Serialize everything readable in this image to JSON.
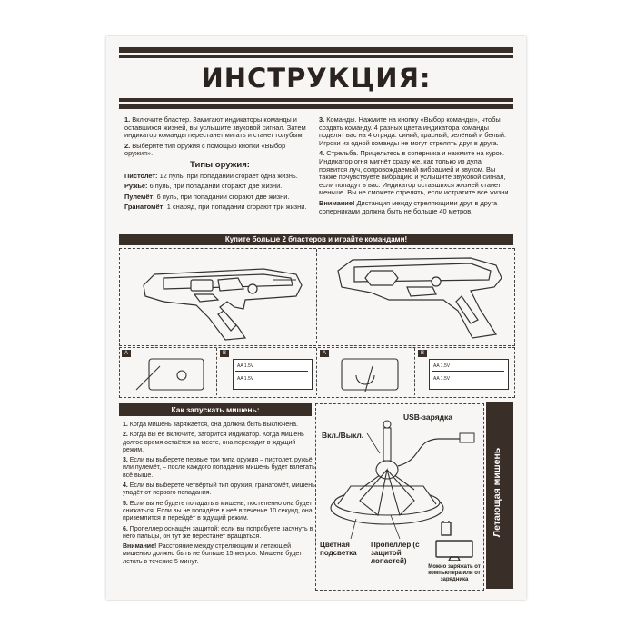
{
  "title": "ИНСТРУКЦИЯ:",
  "left_col": {
    "p1_num": "1.",
    "p1": "Включите бластер. Замигают индикаторы команды и оставшихся жизней, вы услышите звуковой сигнал. Затем индикатор команды перестанет мигать и станет голубым.",
    "p2_num": "2.",
    "p2": "Выберите тип оружия с помощью кнопки «Выбор оружия».",
    "types_heading": "Типы оружия:",
    "w1_name": "Пистолет:",
    "w1_text": "12 пуль, при попадании сгорает одна жизнь.",
    "w2_name": "Ружьё:",
    "w2_text": "6 пуль, при попадании сгорают две жизни.",
    "w3_name": "Пулемёт:",
    "w3_text": "6 пуль, при попадании сгорают две жизни.",
    "w4_name": "Гранатомёт:",
    "w4_text": "1 снаряд, при попадании сгорают три жизни."
  },
  "right_col": {
    "p3_num": "3.",
    "p3": "Команды. Нажмите на кнопку «Выбор команды», чтобы создать команду. 4 разных цвета индикатора команды поделят вас на 4 отряда: синий, красный, зелёный и белый. Игроки из одной команды не могут стрелять друг в друга.",
    "p4_num": "4.",
    "p4": "Стрельба. Прицельтесь в соперника и нажмите на курок. Индикатор огня мигнёт сразу же, как только из дула появится луч, сопровождаемый вибрацией и звуком. Вы также почувствуете вибрацию и услышите звуковой сигнал, если попадут в вас. Индикатор оставшихся жизней станет меньше. Вы не сможете стрелять, если истратите все жизни.",
    "warn_label": "Внимание!",
    "warn_text": "Дистанция между стреляющими друг в друга соперниками должна быть не больше 40 метров."
  },
  "middle_bar": "Купите больше 2 бластеров и играйте командами!",
  "steps": {
    "a": "A",
    "b": "B",
    "battery_text": "AA 1.5V"
  },
  "target_section": {
    "heading": "Как запускать мишень:",
    "s1_num": "1.",
    "s1": "Когда мишень заряжается, она должна быть выключена.",
    "s2_num": "2.",
    "s2": "Когда вы её включите, загорится индикатор. Когда мишень долгое время остаётся на месте, она переходит в ждущий режим.",
    "s3_num": "3.",
    "s3": "Если вы выберете первые три типа оружия – пистолет, ружьё или пулемёт, – после каждого попадания мишень будет взлетать всё выше.",
    "s4_num": "4.",
    "s4": "Если вы выберете четвёртый тип оружия, гранатомёт, мишень упадёт от первого попадания.",
    "s5_num": "5.",
    "s5": "Если вы не будете попадать в мишень, постепенно она будет снижаться. Если вы не попадёте в неё в течение 10 секунд, она приземлится и перейдёт в ждущий режим.",
    "s6_num": "6.",
    "s6": "Пропеллер оснащён защитой: если вы попробуете засунуть в него пальцы, он тут же перестанет вращаться.",
    "warn_label": "Внимание!",
    "warn_text": "Расстояние между стреляющим и летающей мишенью должно быть не больше 15 метров. Мишень будет летать в течение 5 минут."
  },
  "diagram": {
    "usb_label": "USB-зарядка",
    "power_label": "Вкл./Выкл.",
    "backlight_label": "Цветная подсветка",
    "propeller_label": "Пропеллер (с защитой лопастей)",
    "charge_note": "Можно заряжать от компьютера или от зарядника",
    "side_title": "Летающая мишень"
  },
  "colors": {
    "dark": "#3a2e29",
    "paper": "#f7f6f4"
  }
}
